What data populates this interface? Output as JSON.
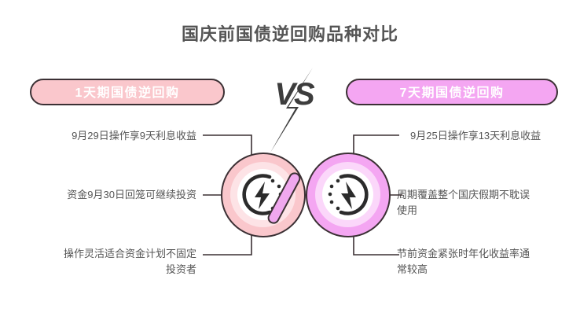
{
  "page_title": "国庆前国债逆回购品种对比",
  "vs": {
    "label": "VS",
    "bolt_icon": "lightning-bolt-icon"
  },
  "left": {
    "pill_label": "1天期国债逆回购",
    "pill_color": "#fac7cc",
    "icon": "clock-lightning-icon",
    "features": [
      "9月29日操作享9天利息收益",
      "资金9月30日回笼可继续投资",
      "操作灵活适合资金计划不固定\n投资者"
    ]
  },
  "right": {
    "pill_label": "7天期国债逆回购",
    "pill_color": "#f4a6f2",
    "icon": "clock-lightning-icon",
    "features": [
      "9月25日操作享13天利息收益",
      "周期覆盖整个国庆假期不耽误\n使用",
      "节前资金紧张时年化收益率通\n常较高"
    ]
  },
  "colors": {
    "outline": "#3b3034",
    "title": "#555555",
    "body_text": "#555555",
    "connector": "#3b3034",
    "slash": "#f0a8ee"
  }
}
